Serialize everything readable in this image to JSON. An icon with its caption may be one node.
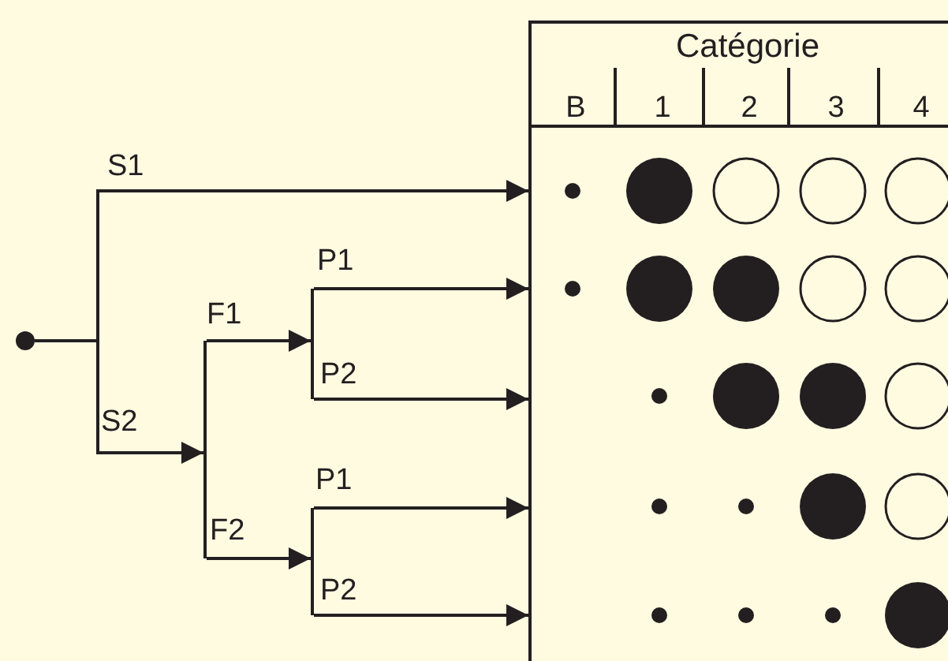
{
  "diagram": {
    "nodes": [
      {
        "text": [],
        "shape": "circle"
      },
      {
        "text": [],
        "shape": "bar"
      },
      {
        "text": [],
        "shape": "bar"
      },
      {
        "text": [],
        "shape": "bar"
      },
      {
        "text": [
          "Catégorie"
        ]
      }
    ],
    "edges": [
      {
        "from": 0,
        "to": 4,
        "arrow": "to",
        "label": "S1"
      },
      {
        "from": 0,
        "to": 1,
        "arrow": "to",
        "label": "S2"
      },
      {
        "from": 1,
        "to": 2,
        "arrow": "to",
        "label": "F1"
      },
      {
        "from": 1,
        "to": 3,
        "arrow": "to",
        "label": "F2"
      },
      {
        "from": 2,
        "to": 4,
        "arrow": "to",
        "label": "P1"
      },
      {
        "from": 2,
        "to": 4,
        "arrow": "to",
        "label": "P2"
      },
      {
        "from": 3,
        "to": 4,
        "arrow": "to",
        "label": "P1"
      },
      {
        "from": 3,
        "to": 4,
        "arrow": "to",
        "label": "P2"
      }
    ],
    "labels": [
      "B",
      "1",
      "2",
      "3",
      "4"
    ]
  }
}
